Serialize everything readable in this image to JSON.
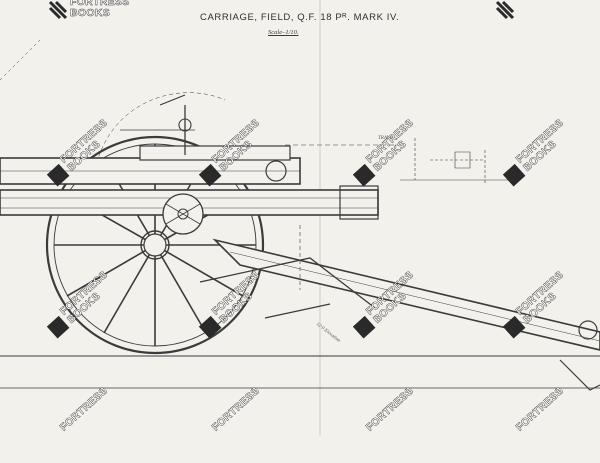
{
  "drawing": {
    "title": "CARRIAGE, FIELD, Q.F. 18 Pᴿ. MARK IV.",
    "scale": "Scale–1/10.",
    "dimension_labels": [
      "TRAVEL.",
      "12·0 Elevation"
    ]
  },
  "watermark": {
    "line1": "FORTRESS",
    "line2": "BOOKS",
    "instances": [
      "wm-1",
      "wm-2",
      "wm-3",
      "wm-4",
      "wm-5",
      "wm-6",
      "wm-7",
      "wm-8",
      "wm-9",
      "wm-10",
      "wm-11",
      "wm-12",
      "wm-13",
      "wm-14",
      "wm-15",
      "wm-16"
    ]
  },
  "colors": {
    "paper": "#f3f1ec",
    "ink": "#3b3b3b",
    "watermark_fill": "#ffffff",
    "watermark_outline": "#1e1e1e",
    "watermark_mark": "#2a2a2a"
  }
}
